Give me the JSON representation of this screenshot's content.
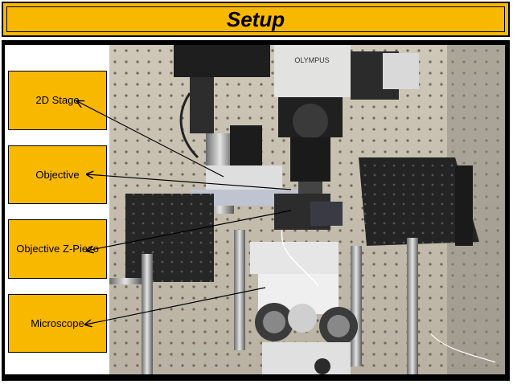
{
  "title": "Setup",
  "labels": [
    {
      "id": "stage",
      "text": "2D Stage"
    },
    {
      "id": "objective",
      "text": "Objective"
    },
    {
      "id": "piezo",
      "text": "Objective Z-Piezo"
    },
    {
      "id": "microscope",
      "text": "Microscope"
    }
  ],
  "photo_brand_text": "OLYMPUS",
  "colors": {
    "label_fill": "#f9b800",
    "frame": "#000000",
    "table": "#c9c2b3",
    "metal": "#2a2a2a"
  }
}
